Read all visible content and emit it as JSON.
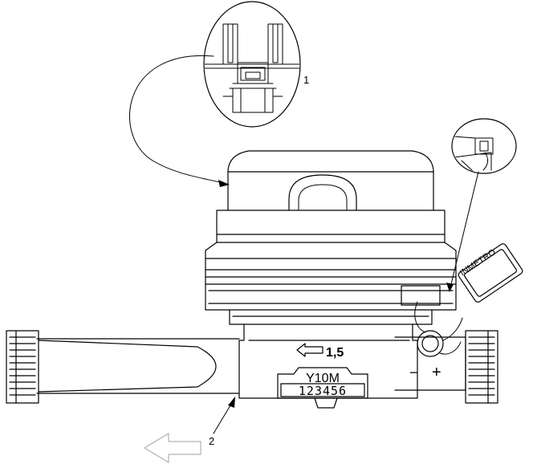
{
  "callouts": {
    "one": "1",
    "two": "2"
  },
  "meter": {
    "flow_marking": "1,5",
    "model": "Y10M",
    "serial": "123456",
    "seal_tag": "INMETRO",
    "minus_sign": "−",
    "plus_sign": "+"
  },
  "colors": {
    "line": "#000000",
    "background": "#ffffff",
    "arrow_outline": "#bdbdbd"
  }
}
